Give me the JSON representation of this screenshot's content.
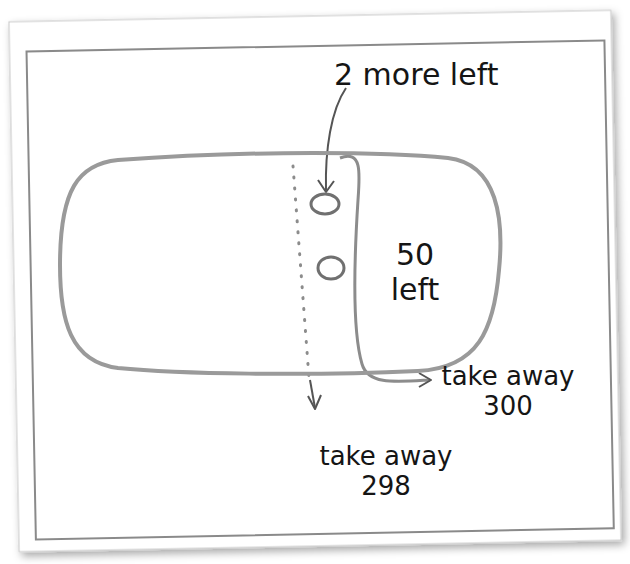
{
  "diagram": {
    "nodes": [
      {
        "text": [
          "50 left"
        ]
      }
    ],
    "labels": [
      "2 more left",
      "take away 300",
      "take away 298"
    ]
  }
}
